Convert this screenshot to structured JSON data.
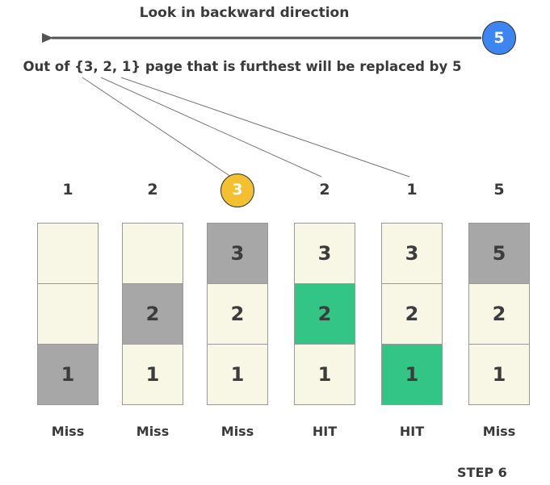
{
  "title": "Look in backward direction",
  "description": "Out of {3, 2, 1} page that is furthest will be replaced by 5",
  "current_page": "5",
  "reference_string": [
    {
      "value": "1",
      "highlighted": false
    },
    {
      "value": "2",
      "highlighted": false
    },
    {
      "value": "3",
      "highlighted": true
    },
    {
      "value": "2",
      "highlighted": false
    },
    {
      "value": "1",
      "highlighted": false
    },
    {
      "value": "5",
      "highlighted": false
    }
  ],
  "columns": [
    {
      "cells": [
        {
          "value": "",
          "state": "empty"
        },
        {
          "value": "",
          "state": "empty"
        },
        {
          "value": "1",
          "state": "new"
        }
      ],
      "result": "Miss"
    },
    {
      "cells": [
        {
          "value": "",
          "state": "empty"
        },
        {
          "value": "2",
          "state": "new"
        },
        {
          "value": "1",
          "state": "old"
        }
      ],
      "result": "Miss"
    },
    {
      "cells": [
        {
          "value": "3",
          "state": "new"
        },
        {
          "value": "2",
          "state": "old"
        },
        {
          "value": "1",
          "state": "old"
        }
      ],
      "result": "Miss"
    },
    {
      "cells": [
        {
          "value": "3",
          "state": "old"
        },
        {
          "value": "2",
          "state": "hit"
        },
        {
          "value": "1",
          "state": "old"
        }
      ],
      "result": "HIT"
    },
    {
      "cells": [
        {
          "value": "3",
          "state": "old"
        },
        {
          "value": "2",
          "state": "old"
        },
        {
          "value": "1",
          "state": "hit"
        }
      ],
      "result": "HIT"
    },
    {
      "cells": [
        {
          "value": "5",
          "state": "new"
        },
        {
          "value": "2",
          "state": "old"
        },
        {
          "value": "1",
          "state": "old"
        }
      ],
      "result": "Miss"
    }
  ],
  "step_label": "STEP 6",
  "colors": {
    "empty": "#f8f7e6",
    "old": "#f8f7e6",
    "new": "#a7a7a7",
    "hit": "#33c585",
    "current_circle": "#3d86f2",
    "highlight_circle": "#f4c030",
    "arrow": "#555555",
    "lines": "#777777"
  }
}
